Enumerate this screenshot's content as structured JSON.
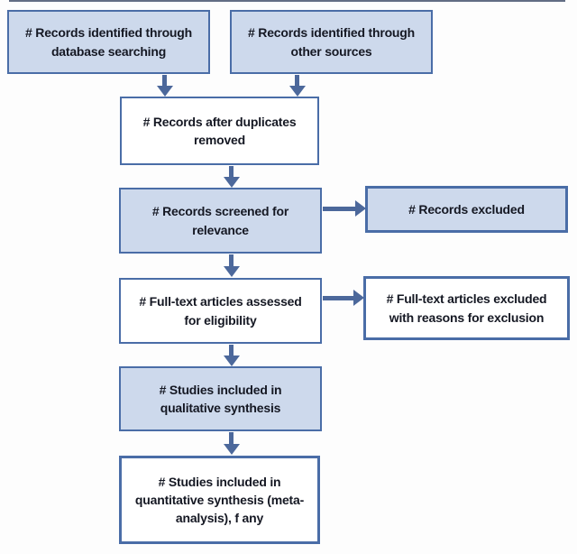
{
  "page": {
    "background": "#fdfdfd",
    "description": "PRISMA flow diagram template"
  },
  "colors": {
    "page_bg": "#fdfdfd",
    "box_fill_shaded": "#cdd9ec",
    "box_fill_plain": "#ffffff",
    "box_border": "#4a6da7",
    "arrow": "#4c689b",
    "text": "#151823",
    "top_line": "#46536e"
  },
  "diagram": {
    "type": "flowchart",
    "nodes": [
      {
        "id": "records-identified-database",
        "label": "# Records identified through\ndatabase searching",
        "fill": "shaded"
      },
      {
        "id": "records-identified-other",
        "label": "# Records identified through\nother sources",
        "fill": "shaded"
      },
      {
        "id": "records-after-duplicates",
        "label": "# Records after duplicates\nremoved",
        "fill": "plain"
      },
      {
        "id": "records-screened",
        "label": "# Records screened for\nrelevance",
        "fill": "shaded"
      },
      {
        "id": "records-excluded",
        "label": "# Records excluded",
        "fill": "shaded"
      },
      {
        "id": "fulltext-assessed",
        "label": "# Full-text articles assessed\nfor eligibility",
        "fill": "plain"
      },
      {
        "id": "fulltext-excluded",
        "label": "# Full-text articles excluded\nwith reasons for exclusion",
        "fill": "plain"
      },
      {
        "id": "studies-qualitative",
        "label": "# Studies included in\nqualitative synthesis",
        "fill": "shaded"
      },
      {
        "id": "studies-quantitative",
        "label": "# Studies included in\nquantitative synthesis (meta-\nanalysis), f any",
        "fill": "plain"
      }
    ],
    "edges": [
      {
        "from": "records-identified-database",
        "to": "records-after-duplicates",
        "direction": "down"
      },
      {
        "from": "records-identified-other",
        "to": "records-after-duplicates",
        "direction": "down"
      },
      {
        "from": "records-after-duplicates",
        "to": "records-screened",
        "direction": "down"
      },
      {
        "from": "records-screened",
        "to": "records-excluded",
        "direction": "right"
      },
      {
        "from": "records-screened",
        "to": "fulltext-assessed",
        "direction": "down"
      },
      {
        "from": "fulltext-assessed",
        "to": "fulltext-excluded",
        "direction": "right"
      },
      {
        "from": "fulltext-assessed",
        "to": "studies-qualitative",
        "direction": "down"
      },
      {
        "from": "studies-qualitative",
        "to": "studies-quantitative",
        "direction": "down"
      }
    ]
  }
}
